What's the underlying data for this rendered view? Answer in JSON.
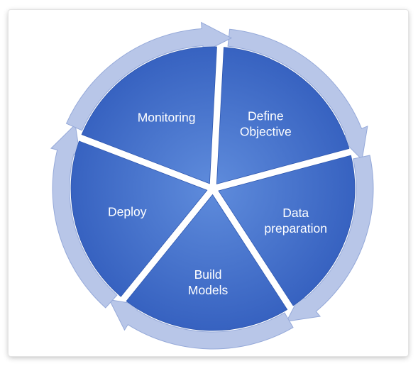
{
  "diagram": {
    "segments": [
      {
        "id": "define-objective",
        "lines": [
          "Define",
          "Objective"
        ]
      },
      {
        "id": "data-preparation",
        "lines": [
          "Data",
          "preparation"
        ]
      },
      {
        "id": "build-models",
        "lines": [
          "Build",
          "Models"
        ]
      },
      {
        "id": "deploy",
        "lines": [
          "Deploy"
        ]
      },
      {
        "id": "monitoring",
        "lines": [
          "Monitoring"
        ]
      }
    ],
    "colors": {
      "segment_light": "#5f8cdc",
      "segment_dark": "#3560bf",
      "segment_edge": "#2f58b0",
      "arrow_fill": "#b8c6e8",
      "arrow_edge": "#95a9d9",
      "background": "#ffffff"
    }
  }
}
